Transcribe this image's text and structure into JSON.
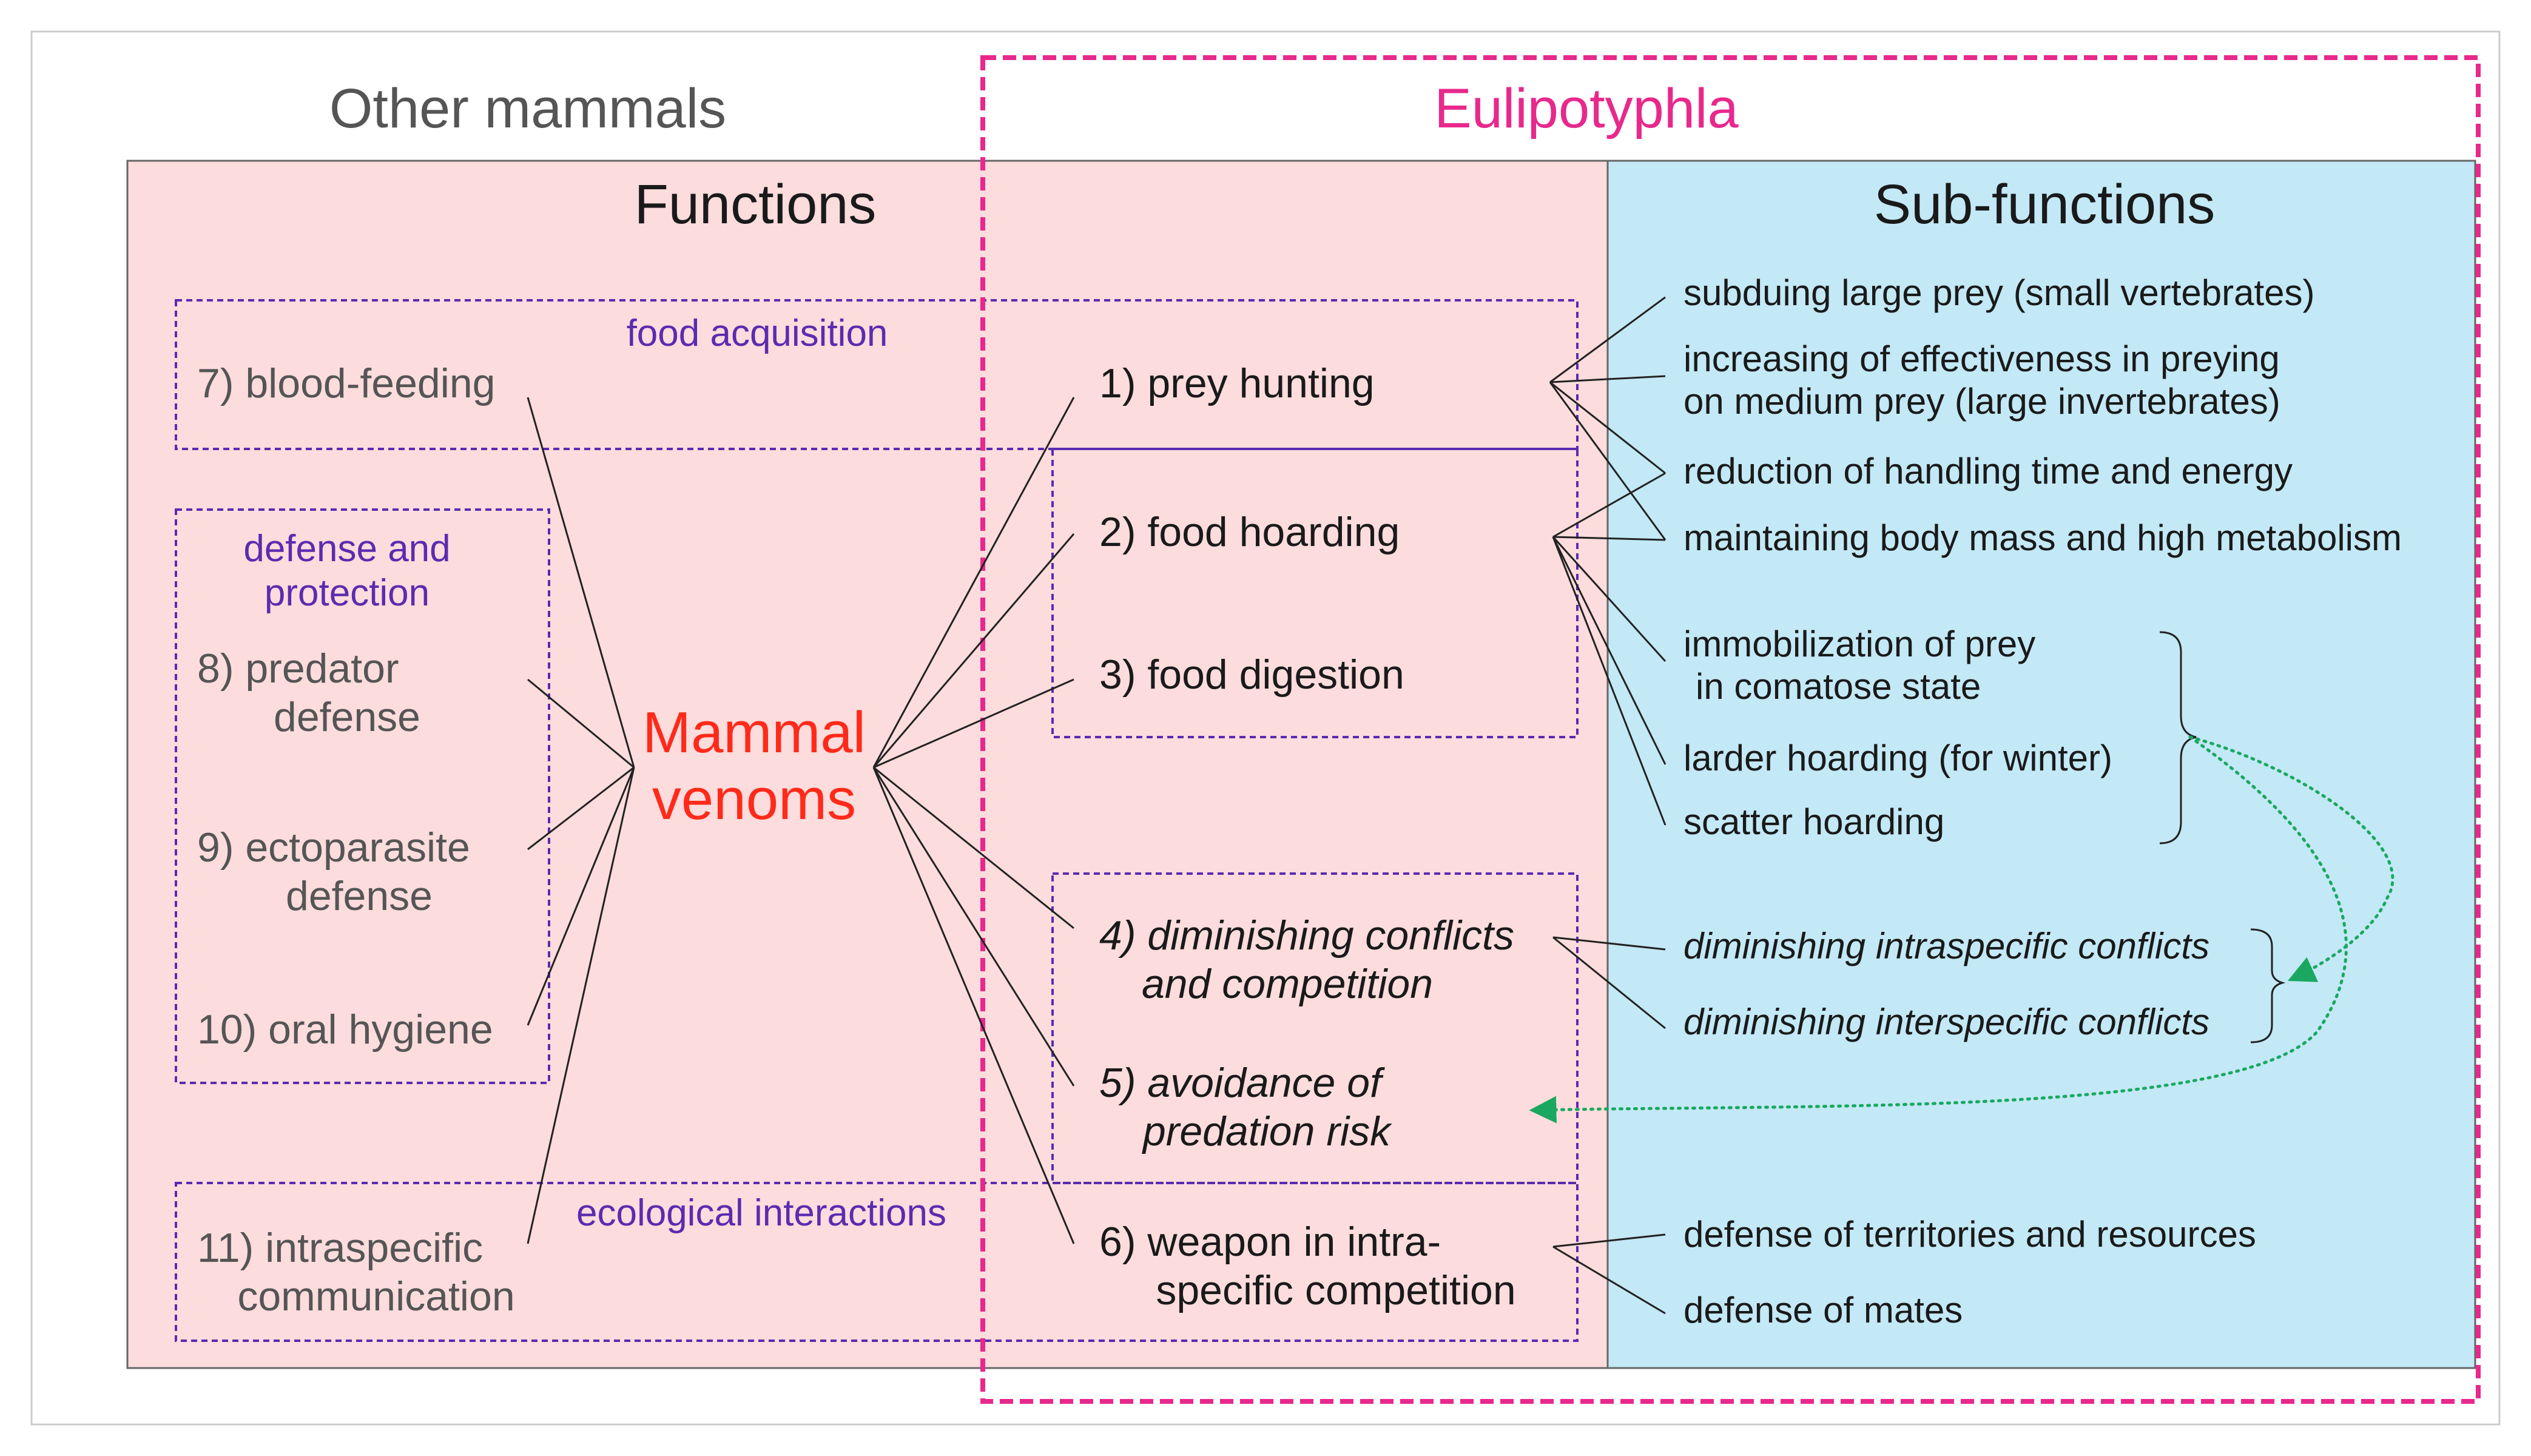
{
  "headers": {
    "other_mammals": "Other mammals",
    "eulipotyphla": "Eulipotyphla",
    "functions": "Functions",
    "sub_functions": "Sub-functions"
  },
  "center": {
    "line1": "Mammal",
    "line2": "venoms"
  },
  "groups": {
    "food_acquisition": "food acquisition",
    "defense_line1": "defense and",
    "defense_line2": "protection",
    "ecological": "ecological interactions"
  },
  "functions": {
    "f1": "1) prey hunting",
    "f2": "2) food hoarding",
    "f3": "3) food digestion",
    "f4_line1": "4) diminishing conflicts",
    "f4_line2": "and competition",
    "f5_line1": "5) avoidance of",
    "f5_line2": "predation risk",
    "f6_line1": "6) weapon in intra-",
    "f6_line2": "specific competition",
    "f7": "7) blood-feeding",
    "f8_line1": "8) predator",
    "f8_line2": "defense",
    "f9_line1": "9) ectoparasite",
    "f9_line2": "defense",
    "f10": "10) oral hygiene",
    "f11_line1": "11) intraspecific",
    "f11_line2": "communication"
  },
  "sub_functions": {
    "s1": "subduing large prey (small vertebrates)",
    "s2_line1": "increasing of effectiveness in preying",
    "s2_line2": "on medium prey (large invertebrates)",
    "s3": "reduction of handling time and energy",
    "s4": "maintaining body mass and high metabolism",
    "s5_line1": "immobilization of prey",
    "s5_line2": "in comatose state",
    "s6": "larder hoarding (for winter)",
    "s7": "scatter hoarding",
    "s8": "diminishing intraspecific conflicts",
    "s9": "diminishing interspecific conflicts",
    "s10": "defense of territories and resources",
    "s11": "defense of mates"
  },
  "colors": {
    "pink_panel": "#fcdcdc",
    "blue_panel": "#c3e8f6",
    "magenta": "#e8288c",
    "purple": "#5b2bb0",
    "red": "#ff2a1a",
    "green": "#1aa860",
    "text": "#1a1a1a",
    "gray_text": "#555555"
  }
}
